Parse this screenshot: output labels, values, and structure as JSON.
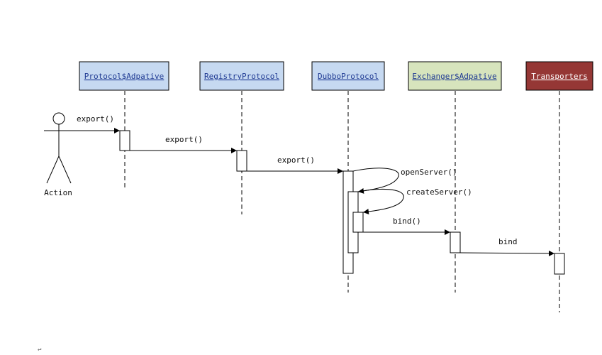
{
  "participants": [
    {
      "label": "Protocol$Adpative",
      "fill": "#c6d9f1",
      "text_color": "#1f3a93"
    },
    {
      "label": "RegistryProtocol",
      "fill": "#c6d9f1",
      "text_color": "#1f3a93"
    },
    {
      "label": "DubboProtocol",
      "fill": "#c6d9f1",
      "text_color": "#1f3a93"
    },
    {
      "label": "Exchanger$Adpative",
      "fill": "#d7e4bd",
      "text_color": "#1f3a93"
    },
    {
      "label": "Transporters",
      "fill": "#953735",
      "text_color": "#ffffff"
    }
  ],
  "actor": {
    "label": "Action"
  },
  "messages": [
    {
      "label": "export()"
    },
    {
      "label": "export()"
    },
    {
      "label": "export()"
    },
    {
      "label": "openServer()"
    },
    {
      "label": "createServer()"
    },
    {
      "label": "bind()"
    },
    {
      "label": "bind"
    }
  ],
  "footer_mark": "↵"
}
